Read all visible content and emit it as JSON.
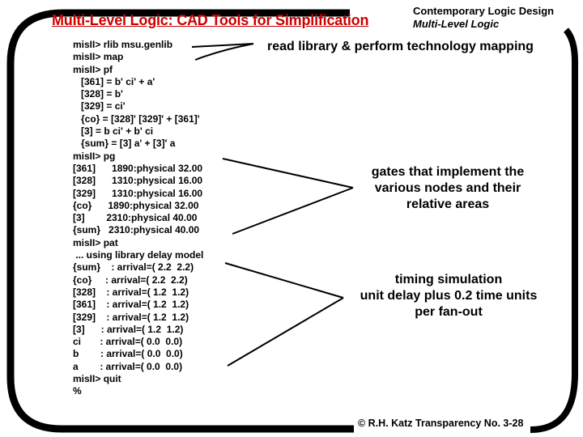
{
  "title": "Multi-Level Logic: CAD Tools for Simplification",
  "header": {
    "course": "Contemporary Logic Design",
    "lecture": "Multi-Level Logic"
  },
  "console": {
    "lines": [
      "misII> rlib msu.genlib",
      "misII> map",
      "misII> pf",
      "   [361] = b' ci' + a'",
      "   [328] = b'",
      "   [329] = ci'",
      "   {co} = [328]' [329]' + [361]'",
      "   [3] = b ci' + b' ci",
      "   {sum} = [3] a' + [3]' a",
      "misII> pg",
      "[361]      1890:physical 32.00",
      "[328]      1310:physical 16.00",
      "[329]      1310:physical 16.00",
      "{co}      1890:physical 32.00",
      "[3]        2310:physical 40.00",
      "{sum}   2310:physical 40.00",
      "misII> pat",
      " ... using library delay model",
      "{sum}    : arrival=( 2.2  2.2)",
      "{co}     : arrival=( 2.2  2.2)",
      "[328]    : arrival=( 1.2  1.2)",
      "[361]    : arrival=( 1.2  1.2)",
      "[329]    : arrival=( 1.2  1.2)",
      "[3]      : arrival=( 1.2  1.2)",
      "ci       : arrival=( 0.0  0.0)",
      "b        : arrival=( 0.0  0.0)",
      "a        : arrival=( 0.0  0.0)",
      "misII> quit",
      "%"
    ]
  },
  "annotations": {
    "read_library": "read library & perform technology mapping",
    "gates": [
      "gates that implement the",
      "various nodes and their",
      "relative areas"
    ],
    "timing": [
      "timing simulation",
      "unit delay plus 0.2 time units",
      "per fan-out"
    ]
  },
  "footer": {
    "credit": "© R.H. Katz   Transparency No. 3-28"
  },
  "colors": {
    "title_red": "#cc0000",
    "ink": "#000000",
    "background": "#ffffff"
  }
}
